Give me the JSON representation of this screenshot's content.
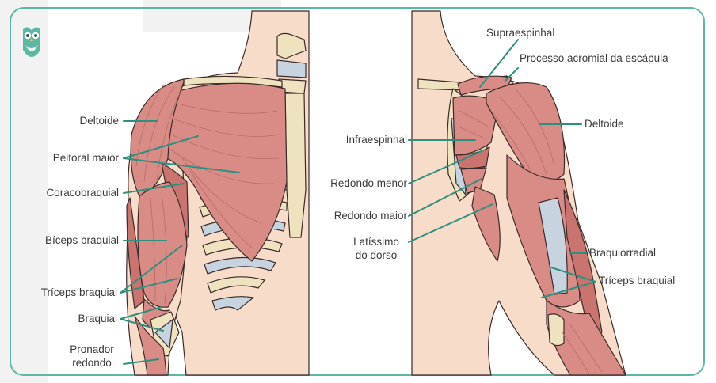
{
  "colors": {
    "frame": "#5cb8a4",
    "leader": "#2f8f7f",
    "muscle": "#d98b86",
    "muscle_dark": "#b86a66",
    "skin": "#f7dcc9",
    "bone": "#efe3bf",
    "cartilage": "#c7d3df",
    "outline": "#3b2a2a"
  },
  "icons": [
    "owl-logo-icon"
  ],
  "anterior_view": {
    "labels": {
      "deltoide": "Deltoide",
      "peitoral_maior": "Peitoral maior",
      "coracobraquial": "Coracobraquial",
      "biceps_braquial": "Bíceps braquial",
      "triceps_braquial": "Tríceps braquial",
      "braquial": "Braquial",
      "pronador_line1": "Pronador",
      "pronador_line2": "redondo"
    }
  },
  "posterior_view": {
    "labels": {
      "supraespinhal": "Supraespinhal",
      "processo_acromial": "Processo acromial da escápula",
      "deltoide": "Deltoide",
      "infraespinhal": "Infraespinhal",
      "redondo_menor": "Redondo menor",
      "redondo_maior": "Redondo maior",
      "latissimo_line1": "Latíssimo",
      "latissimo_line2": "do dorso",
      "braquiorradial": "Braquiorradial",
      "triceps_braquial": "Tríceps braquial"
    }
  }
}
